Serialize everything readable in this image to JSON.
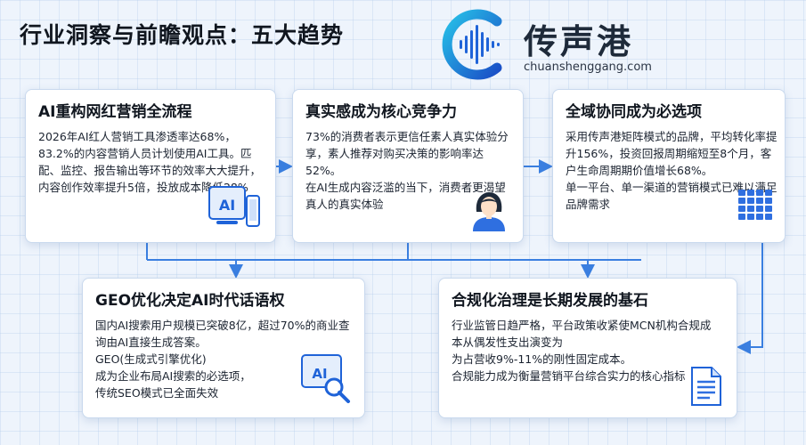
{
  "title": "行业洞察与前瞻观点：五大趋势",
  "brand": {
    "name": "传声港",
    "url": "chuanshenggang.com"
  },
  "colors": {
    "accent": "#1f63d8",
    "connector": "#3a7fe0",
    "card_border": "#c9d9ee"
  },
  "cards": [
    {
      "title": "AI重构网红营销全流程",
      "body": "2026年AI红人营销工具渗透率达68%，83.2%的内容营销人员计划使用AI工具。匹配、监控、报告输出等环节的效率大大提升，内容创作效率提升5倍，投放成本降低28%",
      "icon": "ai-device-icon"
    },
    {
      "title": "真实感成为核心竞争力",
      "body": "73%的消费者表示更信任素人真实体验分享，素人推荐对购买决策的影响率达52%。\n在AI生成内容泛滥的当下，消费者更渴望真人的真实体验",
      "icon": "woman-icon"
    },
    {
      "title": "全域协同成为必选项",
      "body": "采用传声港矩阵模式的品牌，平均转化率提升156%，投资回报周期缩短至8个月，客户生命周期期价值增长68%。\n单一平台、单一渠道的营销模式已难以满足品牌需求",
      "icon": "grid-icon"
    },
    {
      "title": "GEO优化决定AI时代话语权",
      "body": "国内AI搜索用户规模已突破8亿，超过70%的商业查询由AI直接生成答案。\nGEO(生成式引擎优化)\n成为企业布局AI搜索的必选项，\n传统SEO模式已全面失效",
      "icon": "ai-search-icon"
    },
    {
      "title": "合规化治理是长期发展的基石",
      "body": "行业监管日趋严格，平台政策收紧使MCN机构合规成本从偶发性支出演变为\n为占营收9%-11%的刚性固定成本。\n合规能力成为衡量营销平台综合实力的核心指标",
      "icon": "document-icon"
    }
  ],
  "icon_labels": {
    "ai": "AI"
  }
}
